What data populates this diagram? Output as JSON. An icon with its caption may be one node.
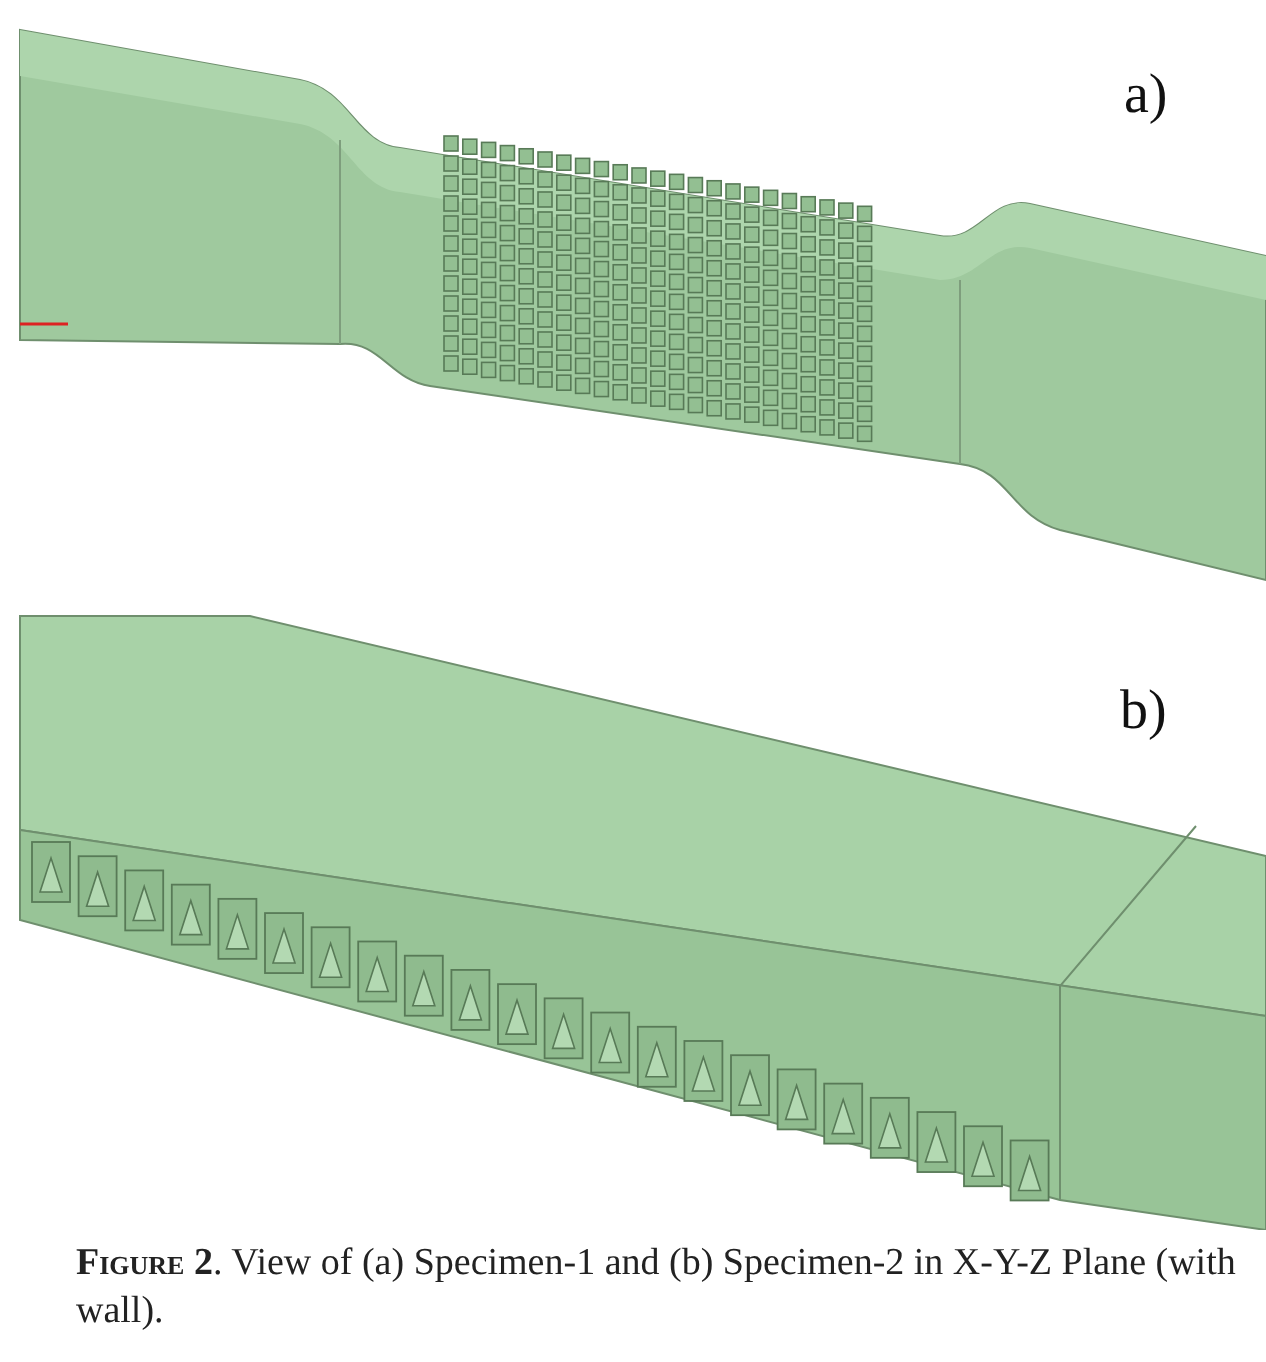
{
  "diagram": {
    "caption": "**Figure 2**. View of (a) Specimen-1 and (b) Specimen-2 in X-Y-Z Plane (with wall).",
    "labels": [
      "a)",
      "b)"
    ]
  }
}
